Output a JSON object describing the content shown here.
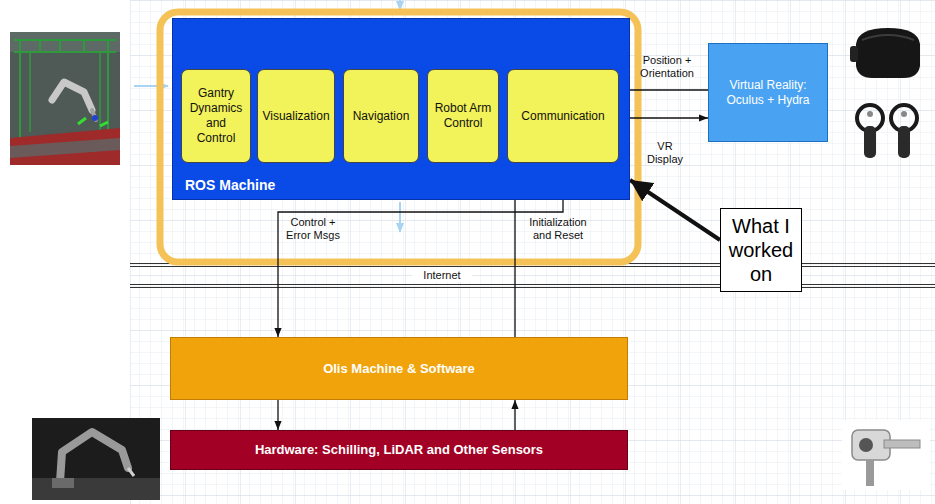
{
  "diagram": {
    "nodes": [
      {
        "text": [
          "ROS Machine"
        ]
      },
      {
        "text": [
          "Gantry Dynamics and Control"
        ],
        "in": 0
      },
      {
        "text": [
          "Visualization"
        ],
        "in": 0
      },
      {
        "text": [
          "Navigation"
        ],
        "in": 0
      },
      {
        "text": [
          "Robot Arm Control"
        ],
        "in": 0
      },
      {
        "text": [
          "Communication"
        ],
        "in": 0
      },
      {
        "text": [
          "Virtual Reality: Oculus + Hydra"
        ]
      },
      {
        "text": [
          "What I worked on"
        ]
      },
      {
        "text": [
          "Olis Machine & Software"
        ]
      },
      {
        "text": [
          "Hardware: Schilling, LiDAR and Other Sensors"
        ]
      }
    ],
    "edges": [
      {
        "from": 6,
        "to": 5,
        "label": "Position + Orientation",
        "arrow": "to"
      },
      {
        "from": 5,
        "to": 6,
        "label": "VR Display",
        "arrow": "to"
      },
      {
        "from": 5,
        "to": 8,
        "label": "Control + Error Msgs",
        "arrow": "to"
      },
      {
        "from": 8,
        "to": 5,
        "label": "Initialization and Reset",
        "arrow": "to"
      },
      {
        "from": 8,
        "to": 9,
        "arrow": "to"
      },
      {
        "from": 9,
        "to": 8,
        "arrow": "to"
      },
      {
        "from": 7,
        "to": 0,
        "arrow": "to"
      }
    ],
    "labels": [
      "Internet"
    ]
  }
}
